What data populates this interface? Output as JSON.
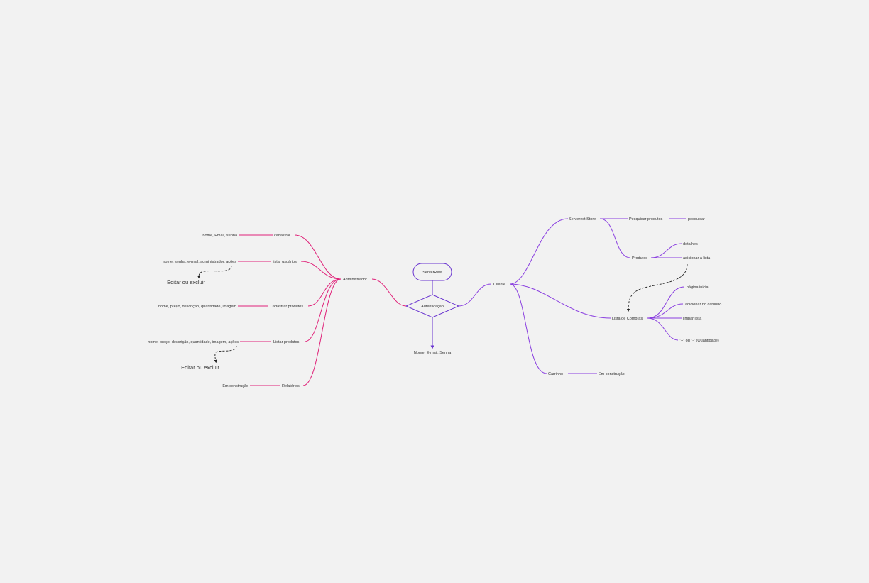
{
  "colors": {
    "background": "#f2f2f2",
    "admin_branch": "#e0237a",
    "client_branch": "#8a3fe0",
    "center": "#6a35d0",
    "dashed": "#222222",
    "text": "#333333"
  },
  "center": {
    "start": "ServerRest",
    "decision": "Autenticação",
    "output": "Nome, E-mail, Senha"
  },
  "admin": {
    "label": "Administrador",
    "items": [
      {
        "label": "cadastrar",
        "detail": "nome, Email, senha"
      },
      {
        "label": "listar usuários",
        "detail": "nome, senha, e-mail, administrador, ações",
        "action": "Editar ou excluir"
      },
      {
        "label": "Cadastrar produtos",
        "detail": "nome, preço, descrição, quantidade, imagem"
      },
      {
        "label": "Listar produtos",
        "detail": "nome, preço, descrição, quantidade, imagem, ações",
        "action": "Editar ou excluir"
      },
      {
        "label": "Relatórios",
        "detail": "Em construção"
      }
    ]
  },
  "client": {
    "label": "Cliente",
    "store": {
      "label": "Serverest Store",
      "search": {
        "label": "Pesquisar produtos",
        "child": "pesquisar"
      },
      "products": {
        "label": "Produtos",
        "children": [
          "detalhes",
          "adicionar a lista"
        ]
      }
    },
    "shopping_list": {
      "label": "Lista de Compras",
      "children": [
        "página inicial",
        "adicionar no carrinho",
        "limpar lista",
        "\"+\" ou \"-\" (Quantidade)"
      ]
    },
    "cart": {
      "label": "Carrinho",
      "child": "Em construção"
    }
  }
}
